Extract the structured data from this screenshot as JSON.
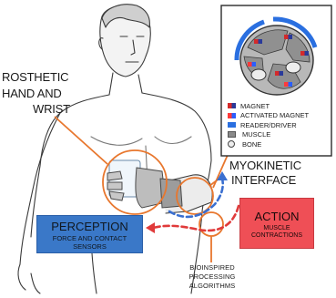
{
  "labels": {
    "prosthetic_line1": "ROSTHETIC",
    "prosthetic_line2": "HAND AND",
    "prosthetic_line3": "WRIST",
    "myokinetic_line1": "MYOKINETIC",
    "myokinetic_line2": "INTERFACE",
    "algo_line1": "BIOINSPIRED",
    "algo_line2": "PROCESSING",
    "algo_line3": "ALGORITHMS"
  },
  "perception": {
    "title": "PERCEPTION",
    "subtitle_line1": "FORCE AND CONTACT",
    "subtitle_line2": "SENSORS",
    "color": "#3a78c8"
  },
  "action": {
    "title": "ACTION",
    "subtitle_line1": "MUSCLE",
    "subtitle_line2": "CONTRACTIONS",
    "color": "#ef4f56"
  },
  "legend": {
    "items": [
      {
        "icon": "magnet-swatch-icon",
        "label": "MAGNET"
      },
      {
        "icon": "activated-magnet-swatch-icon",
        "label": "ACTIVATED MAGNET"
      },
      {
        "icon": "reader-driver-swatch-icon",
        "label": "READER/DRIVER"
      },
      {
        "icon": "muscle-swatch-icon",
        "label": "MUSCLE"
      },
      {
        "icon": "bone-swatch-icon",
        "label": "BONE"
      }
    ]
  },
  "colors": {
    "accent_orange": "#e8772e",
    "reader_blue": "#2a6fe0",
    "magnet_red": "#d42a2a",
    "arrow_red": "#e03a3a",
    "arrow_blue": "#3a6fd0"
  }
}
